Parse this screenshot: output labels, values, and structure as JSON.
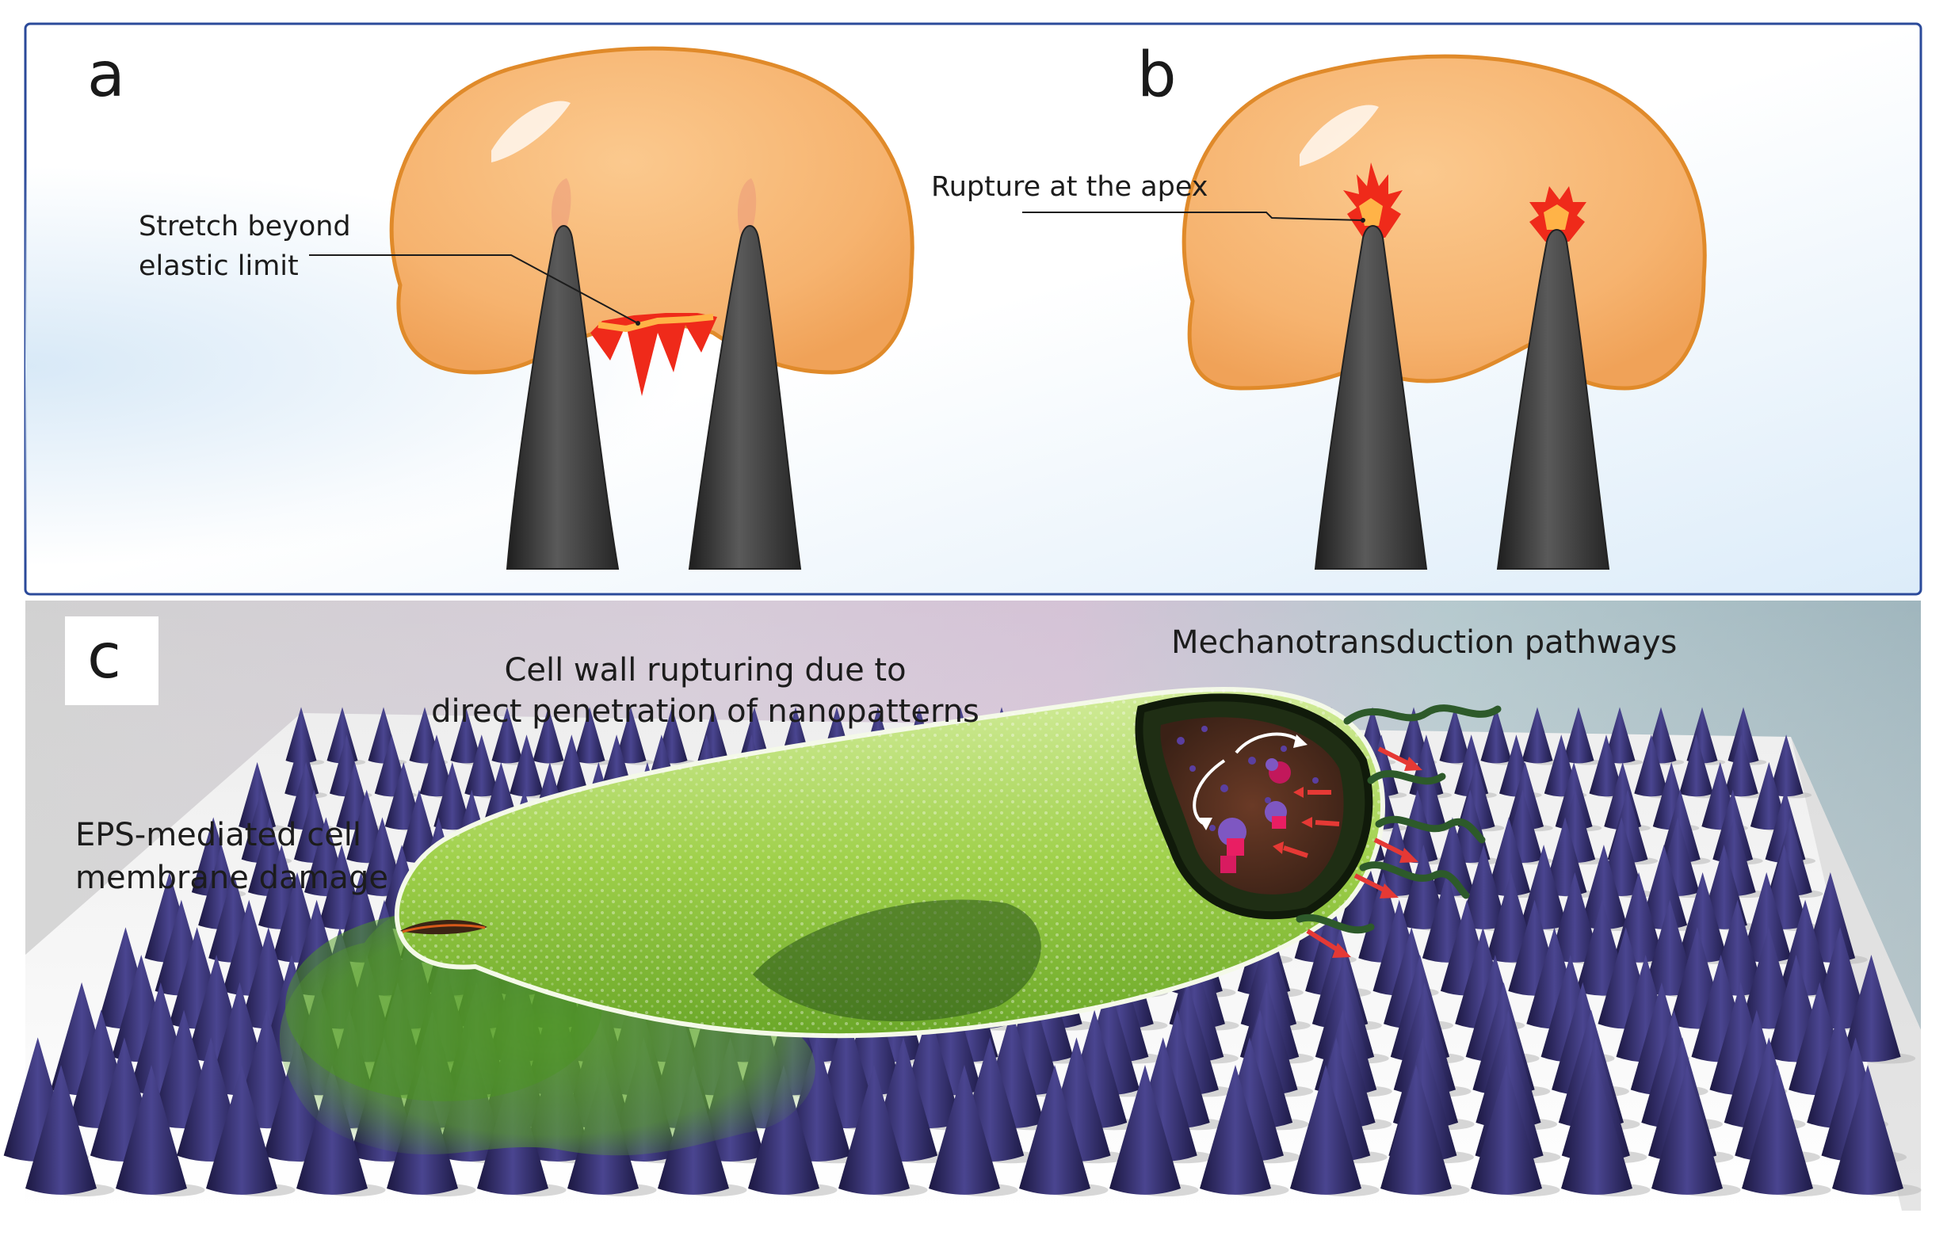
{
  "panels": {
    "a": {
      "letter": "a",
      "annotation_line1": "Stretch beyond",
      "annotation_line2": "elastic limit"
    },
    "b": {
      "letter": "b",
      "annotation": "Rupture at the apex"
    },
    "c": {
      "letter": "c",
      "wall_rupture_line1": "Cell wall rupturing due to",
      "wall_rupture_line2": "direct penetration of nanopatterns",
      "mechanotransduction": "Mechanotransduction pathways",
      "eps_line1": "EPS-mediated cell",
      "eps_line2": "membrane damage"
    }
  },
  "colors": {
    "cell_fill": "#f6b36f",
    "cell_outline": "#e08a2a",
    "pillar": "#3a3a3a",
    "rupture": "#ef2a1a",
    "frame": "#2b4a9a",
    "spike": "#2a2a5e",
    "bacterium": "#8fc53a",
    "eps": "#4f9a1f"
  }
}
